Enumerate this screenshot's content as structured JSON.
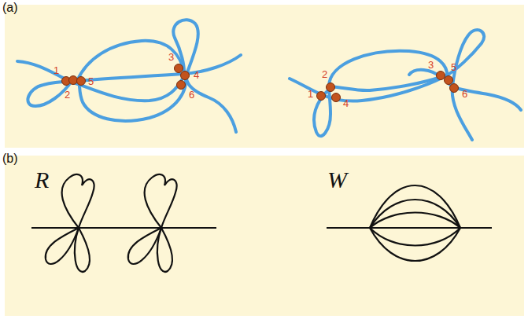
{
  "diagram": {
    "labels": [
      "(a)",
      "1",
      "2",
      "5",
      "3",
      "4",
      "6",
      "1",
      "2",
      "4",
      "3",
      "5",
      "6",
      "(b)",
      "R",
      "W"
    ]
  }
}
